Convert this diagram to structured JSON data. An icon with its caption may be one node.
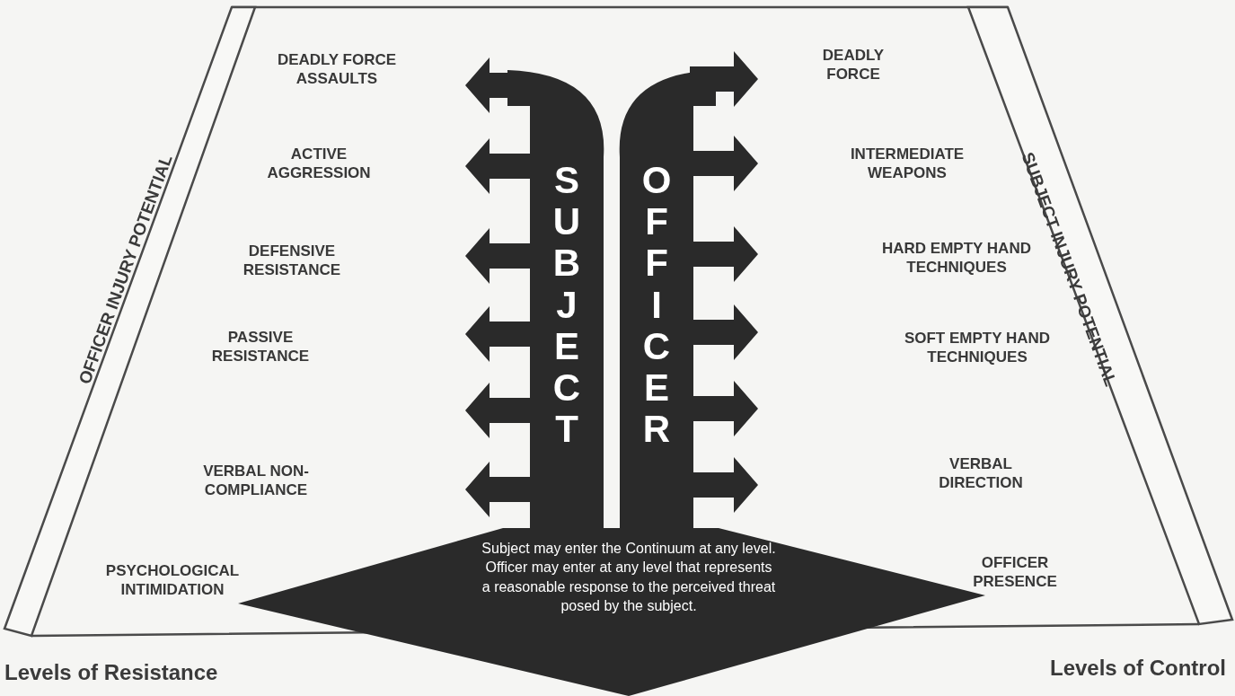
{
  "diagram": {
    "nodes": [
      {
        "text": [
          "OFFICER INJURY POTENTIAL"
        ]
      },
      {
        "text": [
          "SUBJECT INJURY POTENTIAL"
        ]
      },
      {
        "text": [
          "SUBJECT"
        ]
      },
      {
        "text": [
          "OFFICER"
        ]
      },
      {
        "text": [
          "Subject may enter the Continuum at any level. Officer may enter at any level that represents a reasonable response to the perceived threat posed by the subject."
        ]
      }
    ],
    "labels": [
      "DEADLY FORCE ASSAULTS",
      "DEADLY FORCE",
      "ACTIVE AGGRESSION",
      "INTERMEDIATE WEAPONS",
      "DEFENSIVE RESISTANCE",
      "HARD EMPTY HAND TECHNIQUES",
      "PASSIVE RESISTANCE",
      "SOFT EMPTY HAND TECHNIQUES",
      "VERBAL NON-COMPLIANCE",
      "VERBAL DIRECTION",
      "PSYCHOLOGICAL INTIMIDATION",
      "OFFICER PRESENCE",
      "Levels of Resistance",
      "Levels of Control"
    ]
  }
}
